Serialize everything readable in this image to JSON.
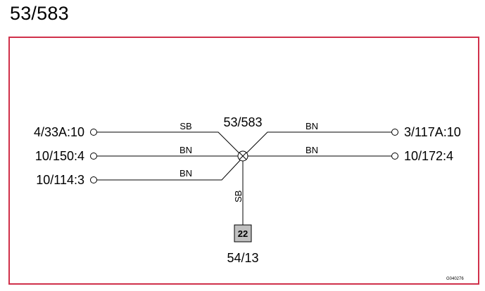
{
  "page": {
    "title": "53/583"
  },
  "diagram": {
    "frame_color": "#d0304a",
    "splice": {
      "label": "53/583",
      "icon": "splice-node-icon"
    },
    "connectors": {
      "left_top": "4/33A:10",
      "left_middle": "10/150:4",
      "left_bottom": "10/114:3",
      "right_top": "3/117A:10",
      "right_middle": "10/172:4"
    },
    "wire_colors": {
      "left_top": "SB",
      "left_middle": "BN",
      "left_bottom": "BN",
      "right_top": "BN",
      "right_middle": "BN",
      "down": "SB"
    },
    "ground": {
      "box_label": "22",
      "label": "54/13",
      "box_fill": "#c0c0c0"
    },
    "figure_code": "G040276"
  }
}
